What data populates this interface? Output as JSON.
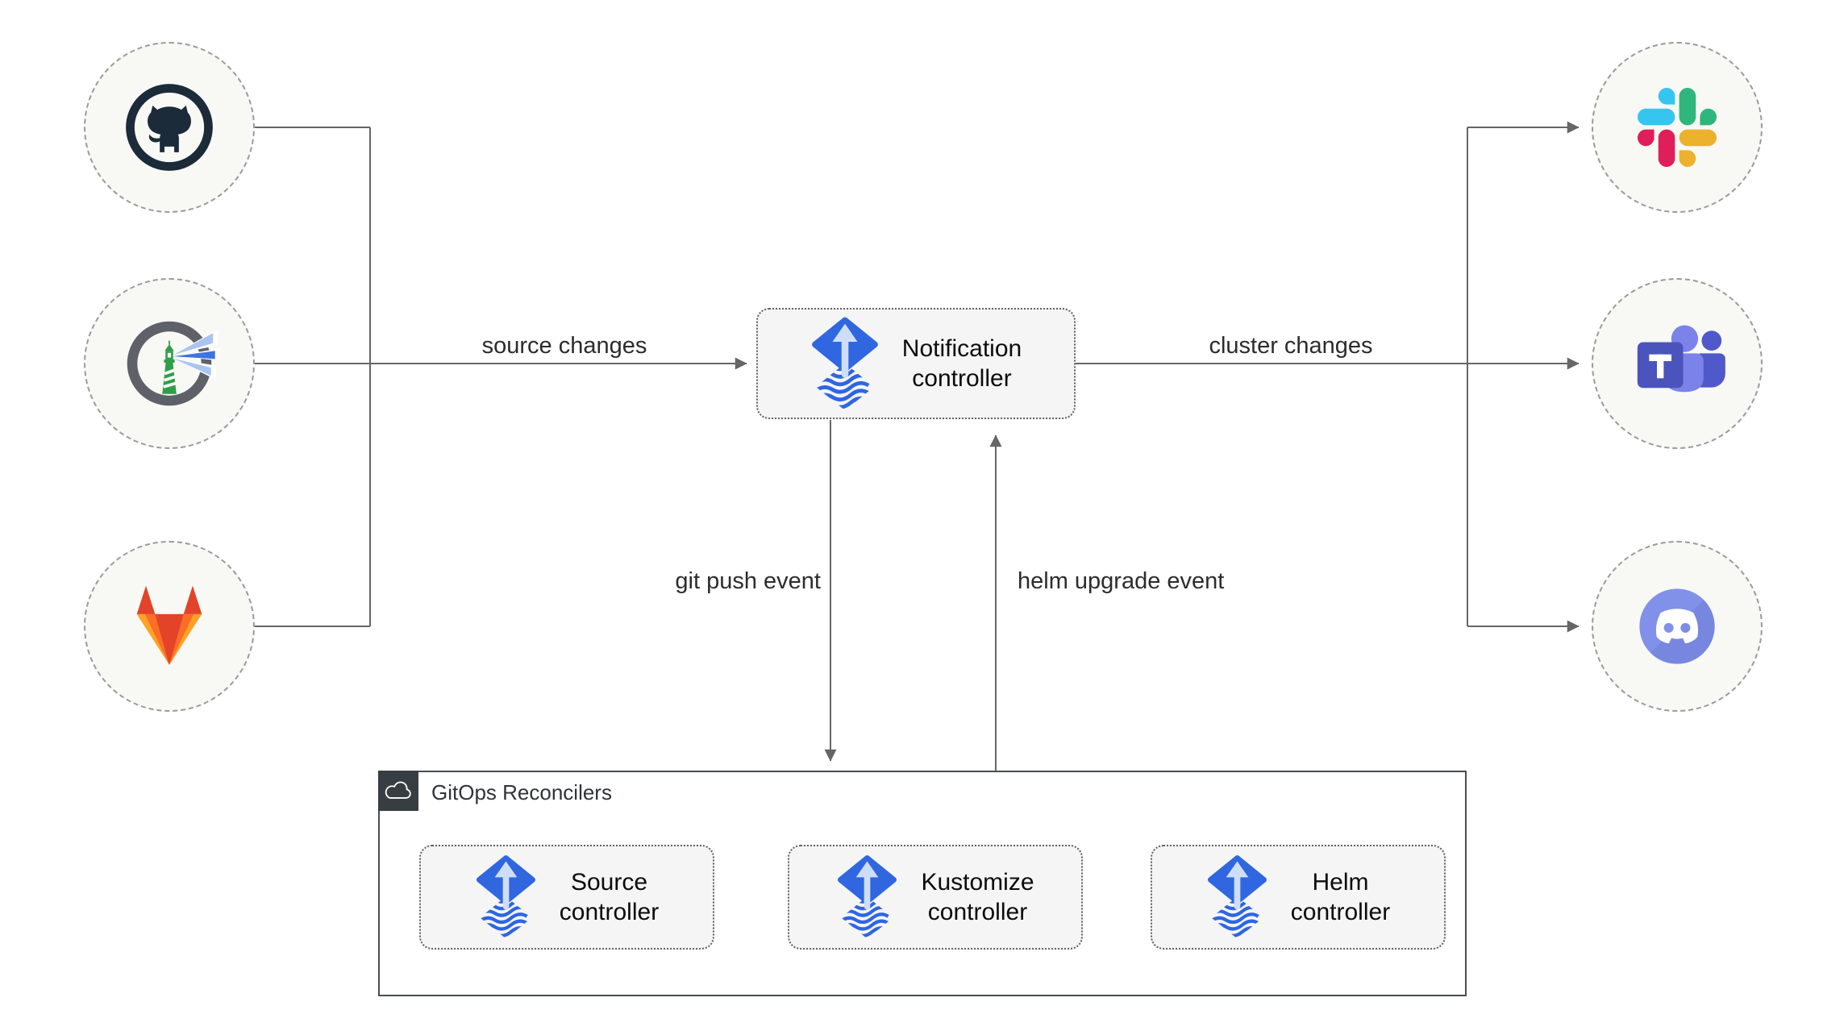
{
  "diagram": {
    "edges": {
      "source_changes": "source changes",
      "cluster_changes": "cluster changes",
      "git_push_event": "git push event",
      "helm_upgrade_event": "helm upgrade event"
    },
    "nodes": {
      "notification": {
        "line1": "Notification",
        "line2": "controller"
      },
      "source": {
        "line1": "Source",
        "line2": "controller"
      },
      "kustomize": {
        "line1": "Kustomize",
        "line2": "controller"
      },
      "helm": {
        "line1": "Helm",
        "line2": "controller"
      }
    },
    "group": {
      "title": "GitOps Reconcilers"
    },
    "icons": {
      "sources": [
        "github-icon",
        "harbor-icon",
        "gitlab-icon"
      ],
      "notifiers": [
        "slack-icon",
        "teams-icon",
        "discord-icon"
      ],
      "controller_icon": "flux-icon",
      "group_icon": "cloud-icon"
    },
    "colors": {
      "line": "#666666",
      "node_fill": "#f5f5f5",
      "node_border": "#5f5f5f",
      "circle_fill": "#f8f8f5",
      "circle_border": "#9b9b9b",
      "flux_blue": "#3067e0",
      "flux_arrow_light": "#cfdef8",
      "group_border": "#4a4d50",
      "group_header_bg": "#383d42",
      "github_dark": "#1b2b3a",
      "harbor_gray": "#5e6268",
      "harbor_green": "#2f9e4a",
      "gitlab_red": "#e24329",
      "gitlab_orange": "#fc6d26",
      "gitlab_yellow": "#fca326",
      "slack_blue": "#36c5f0",
      "slack_green": "#2eb67d",
      "slack_red": "#e01e5a",
      "slack_yellow": "#ecb22e",
      "teams_purple": "#4b53bc",
      "discord_blurple": "#8191e9"
    }
  }
}
